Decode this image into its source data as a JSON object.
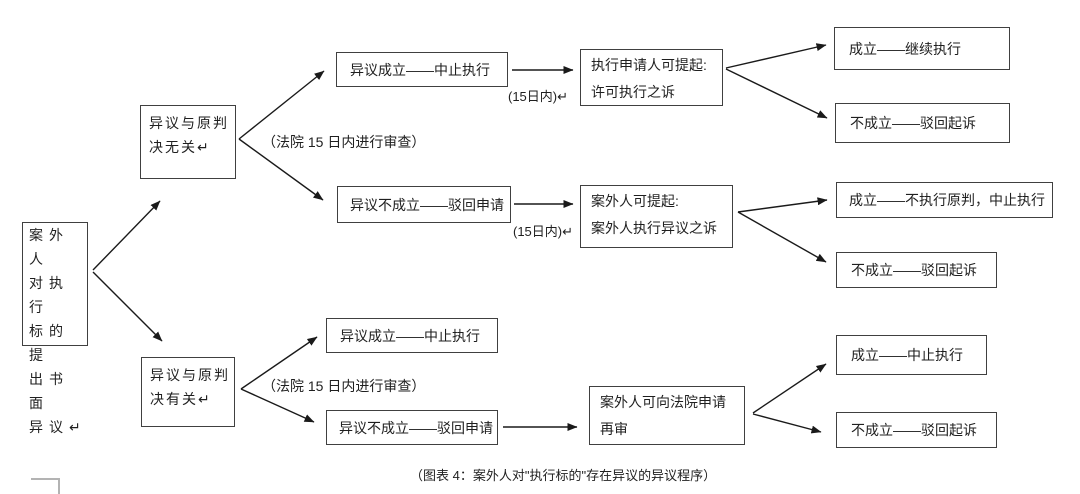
{
  "figure": {
    "caption": "（图表 4：案外人对\"执行标的\"存在异议的异议程序）"
  },
  "nodes": {
    "root": "案外人\n对执行\n标的提\n出书面\n异议↵",
    "unrelated": "异议与原判\n决无关↵",
    "related": "异议与原判\n决有关↵",
    "upheld_top": "异议成立——中止执行",
    "rejected_mid": "异议不成立——驳回申请",
    "applicant_sue": "执行申请人可提起:\n许可执行之诉",
    "upheld_continue": "成立——继续执行",
    "dismiss_top": "不成立——驳回起诉",
    "outsider_sue": "案外人可提起:\n案外人执行异议之诉",
    "upheld_nonexec": "成立——不执行原判，中止执行",
    "dismiss_mid": "不成立——驳回起诉",
    "upheld_bottom": "异议成立——中止执行",
    "rejected_bottom": "异议不成立——驳回申请",
    "retrial": "案外人可向法院申请\n再审",
    "upheld_suspend": "成立——中止执行",
    "dismiss_bottom": "不成立——驳回起诉"
  },
  "labels": {
    "review_top": "（法院 15 日内进行审查）",
    "days15_top": "(15日内)↵",
    "days15_mid": "(15日内)↵",
    "review_bottom": "（法院 15 日内进行审查）"
  },
  "colors": {
    "line": "#1a1a1a",
    "border": "#404040",
    "text": "#1f1f1f",
    "background": "#ffffff",
    "corner_mark": "#b3b3b3"
  }
}
